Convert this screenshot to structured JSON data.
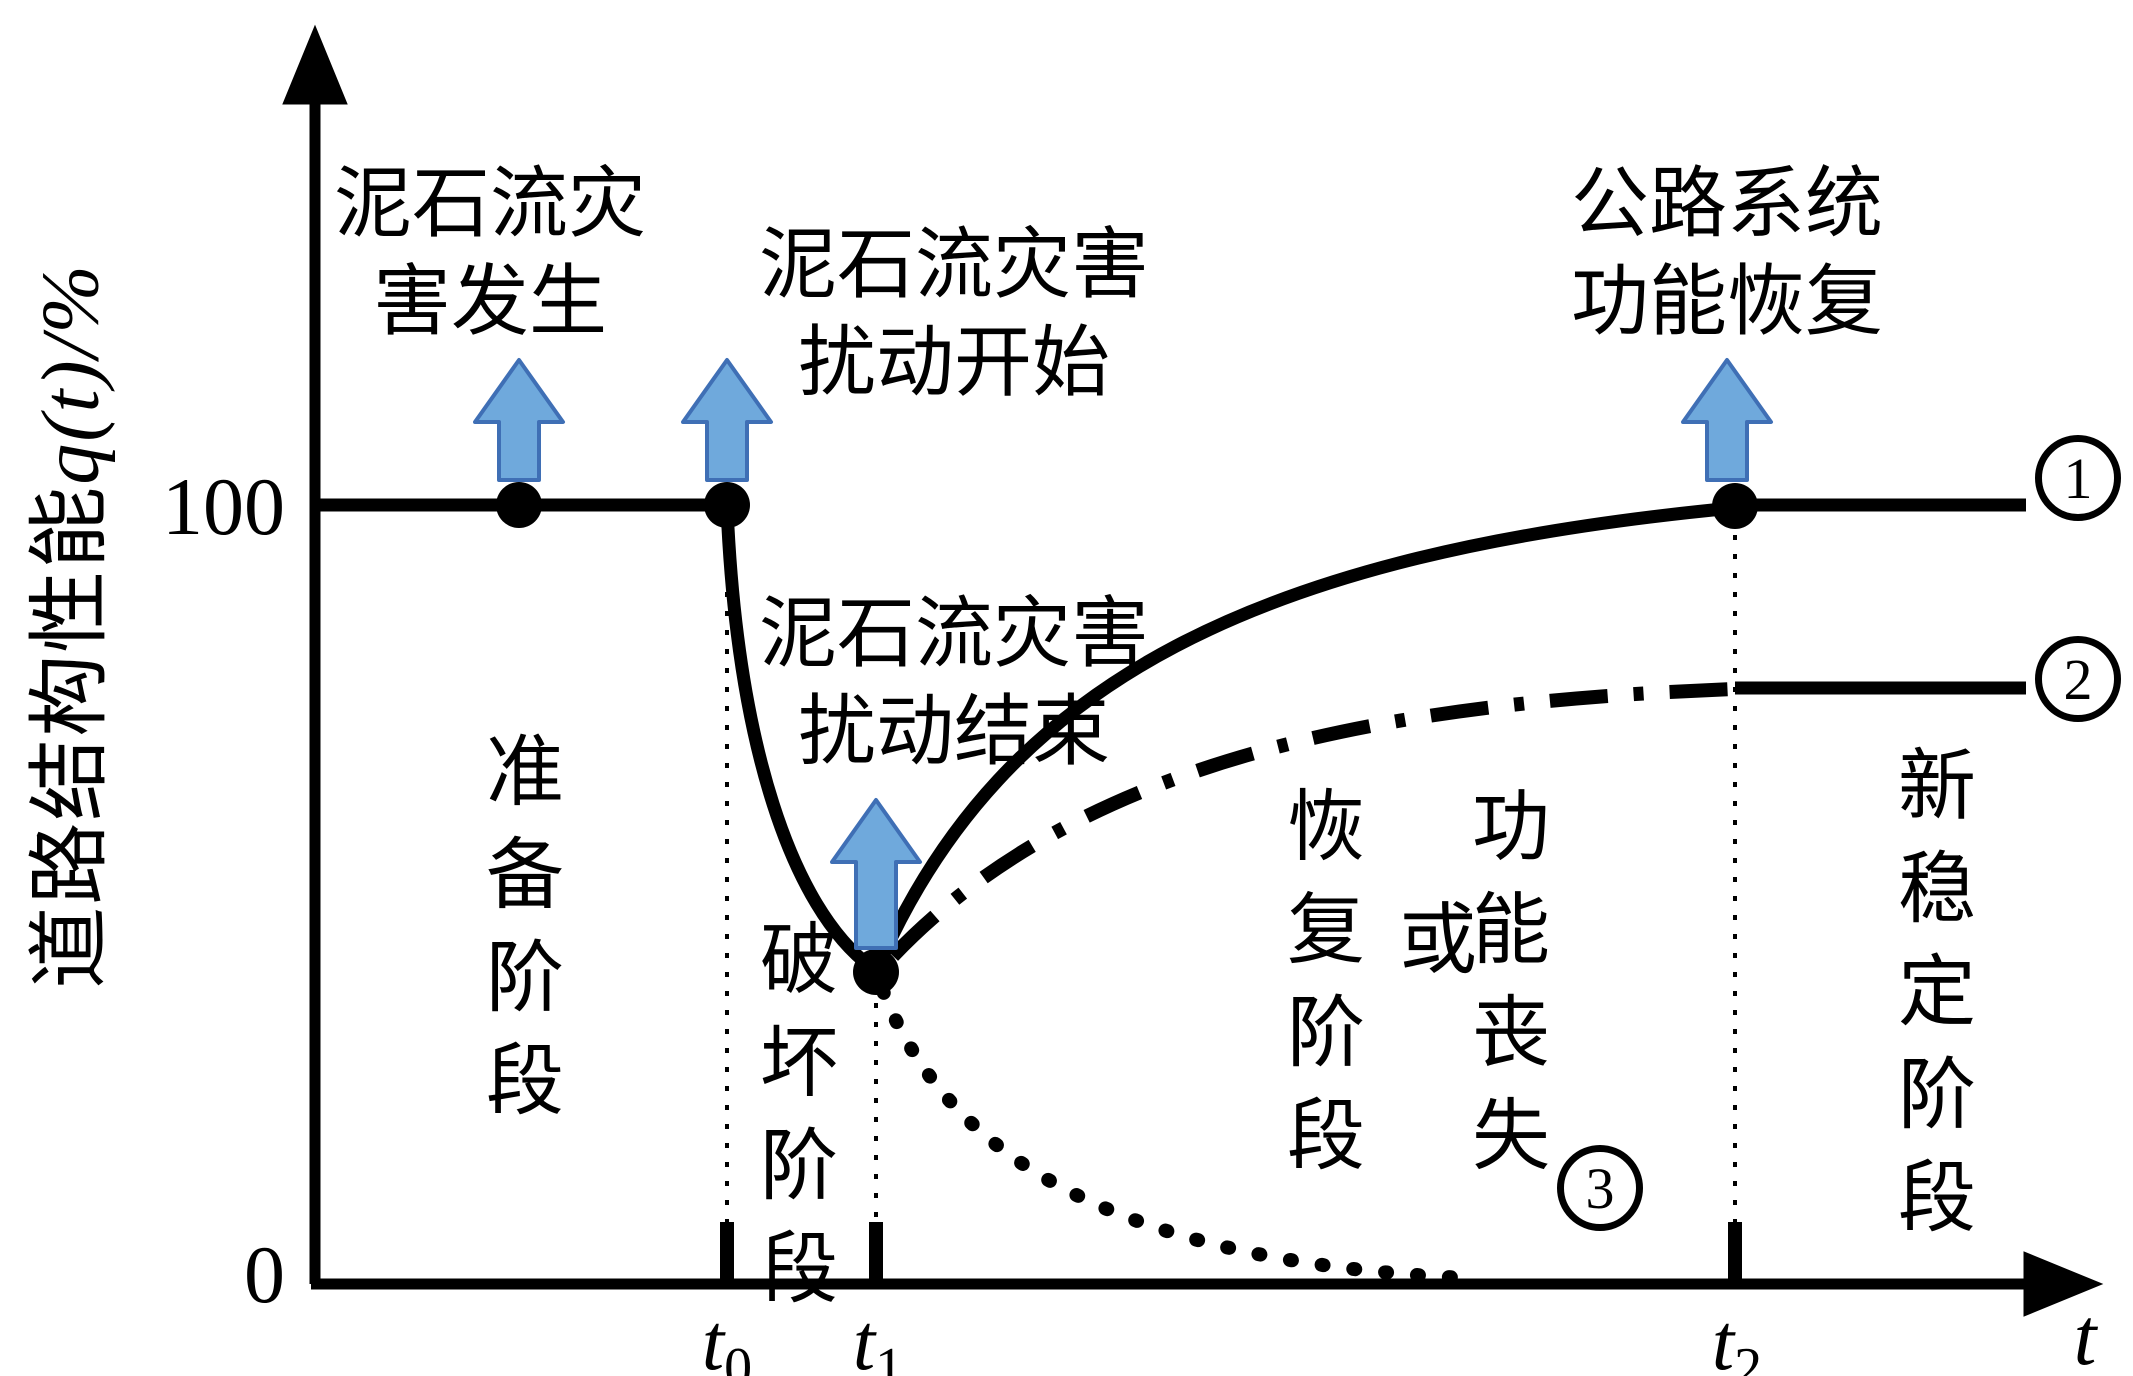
{
  "figure": {
    "y_axis": {
      "label_cjk": "道路结构性能",
      "label_math": "q(t)/%",
      "tick_100": "100",
      "tick_0": "0"
    },
    "x_axis": {
      "label": "t",
      "ticks": [
        {
          "base": "t",
          "sub": "0"
        },
        {
          "base": "t",
          "sub": "1"
        },
        {
          "base": "t",
          "sub": "2"
        }
      ]
    },
    "events": {
      "occur": {
        "line1": "泥石流灾",
        "line2": "害发生"
      },
      "disturb_start": {
        "line1": "泥石流灾害",
        "line2": "扰动开始"
      },
      "disturb_end": {
        "line1": "泥石流灾害",
        "line2": "扰动结束"
      },
      "function_recover": {
        "line1": "公路系统",
        "line2": "功能恢复"
      }
    },
    "phases": {
      "preparation": "准备阶段",
      "destruction": "破坏阶段",
      "recovery": "恢复阶段",
      "or": "或",
      "function_loss": "功能丧失",
      "new_stable": "新稳定阶段"
    },
    "curve_numbers": {
      "c1": "1",
      "c2": "2",
      "c3": "3"
    }
  },
  "colors": {
    "line": "#000000",
    "arrow_fill": "#6fa9dc",
    "arrow_stroke": "#3f6fb5",
    "background": "#ffffff"
  },
  "chart_data": {
    "type": "line",
    "title": "",
    "xlabel": "t",
    "ylabel": "道路结构性能q(t)/%",
    "x_ticks": [
      "t0",
      "t1",
      "t2"
    ],
    "y_ticks": [
      0,
      100
    ],
    "ylim": [
      0,
      100
    ],
    "grid": false,
    "series": [
      {
        "name": "curve-1-full-recovery",
        "label": "①",
        "style": "solid",
        "points": [
          {
            "x": "start",
            "q": 100
          },
          {
            "x": "t0",
            "q": 100
          },
          {
            "x": "t1",
            "q": 40
          },
          {
            "x": "t2",
            "q": 100
          },
          {
            "x": "end",
            "q": 100
          }
        ]
      },
      {
        "name": "curve-2-partial-recovery",
        "label": "②",
        "style": "dash-dot",
        "points": [
          {
            "x": "t1",
            "q": 40
          },
          {
            "x": "t2",
            "q": 75
          },
          {
            "x": "end",
            "q": 75
          }
        ]
      },
      {
        "name": "curve-3-function-loss",
        "label": "③",
        "style": "dotted",
        "points": [
          {
            "x": "t1",
            "q": 40
          },
          {
            "x": "between t1 and t2",
            "q": 0
          }
        ]
      }
    ],
    "events": [
      {
        "x": "before t0",
        "label": "泥石流灾害发生"
      },
      {
        "x": "t0",
        "label": "泥石流灾害扰动开始"
      },
      {
        "x": "t1",
        "label": "泥石流灾害扰动结束"
      },
      {
        "x": "t2",
        "label": "公路系统功能恢复"
      }
    ],
    "phases": [
      {
        "range": "start–t0",
        "label": "准备阶段"
      },
      {
        "range": "t0–t1",
        "label": "破坏阶段"
      },
      {
        "range": "t1–t2",
        "label": "恢复阶段 或 功能丧失"
      },
      {
        "range": "after t2",
        "label": "新稳定阶段"
      }
    ]
  }
}
